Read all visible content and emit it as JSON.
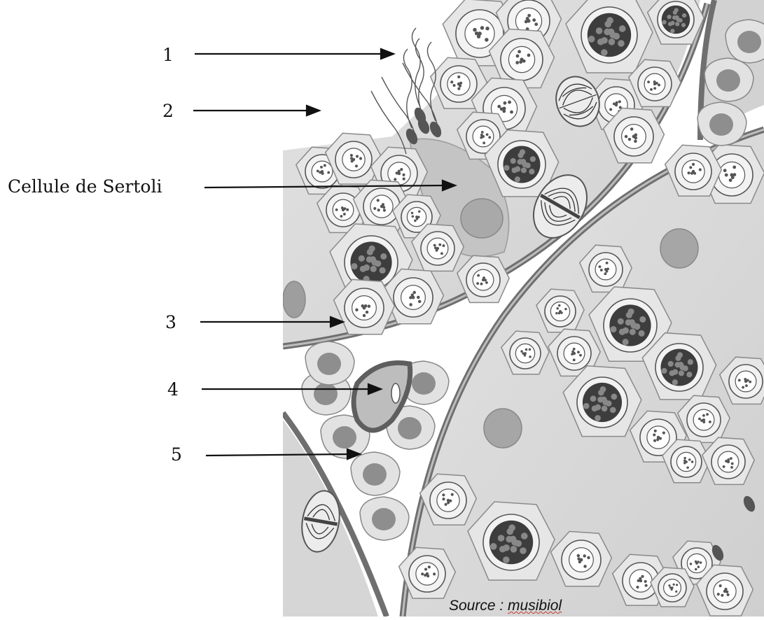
{
  "labels": {
    "l1": "1",
    "l2": "2",
    "sertoli": "Cellule de Sertoli",
    "l3": "3",
    "l4": "4",
    "l5": "5"
  },
  "source": {
    "prefix": "Source : ",
    "name": "musibiol"
  },
  "colors": {
    "lumen": "#ffffff",
    "tubule_fill": "#d9d9d9",
    "cell_fill": "#e6e6e6",
    "cell_stroke": "#8a8a8a",
    "nucleus": "#6d6d6d",
    "wall": "#7a7a7a",
    "leydig_nucleus": "#8e8e8e"
  }
}
